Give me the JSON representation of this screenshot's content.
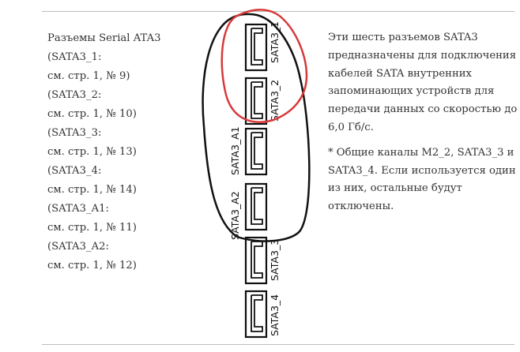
{
  "left": {
    "lines": [
      "Разъемы Serial ATA3",
      "(SATA3_1:",
      "см. стр. 1, № 9)",
      "(SATA3_2:",
      "см. стр. 1, № 10)",
      "(SATA3_3:",
      "см. стр. 1, № 13)",
      "(SATA3_4:",
      "см. стр. 1, № 14)",
      "(SATA3_A1:",
      "см. стр. 1, № 11)",
      "(SATA3_A2:",
      "см. стр. 1, № 12)"
    ]
  },
  "right": {
    "description": "Эти шесть разъемов SATA3 предназначены для подключения кабелей SATA внутренних запоминающих устройств для передачи данных со скоростью до 6,0 Гб/с.",
    "note": "* Общие каналы M2_2, SATA3_3 и SATA3_4. Если используется один из них, остальные будут отключены."
  },
  "diagram": {
    "connectors": [
      {
        "id": "SATA3_1",
        "label": "SATA3_1"
      },
      {
        "id": "SATA3_2",
        "label": "SATA3_2"
      },
      {
        "id": "SATA3_A1",
        "label": "SATA3_A1"
      },
      {
        "id": "SATA3_A2",
        "label": "SATA3_A2"
      },
      {
        "id": "SATA3_3",
        "label": "SATA3_3"
      },
      {
        "id": "SATA3_4",
        "label": "SATA3_4"
      }
    ],
    "annotations": {
      "black_loop_color": "#111111",
      "red_loop_color": "#d63a3a"
    }
  }
}
